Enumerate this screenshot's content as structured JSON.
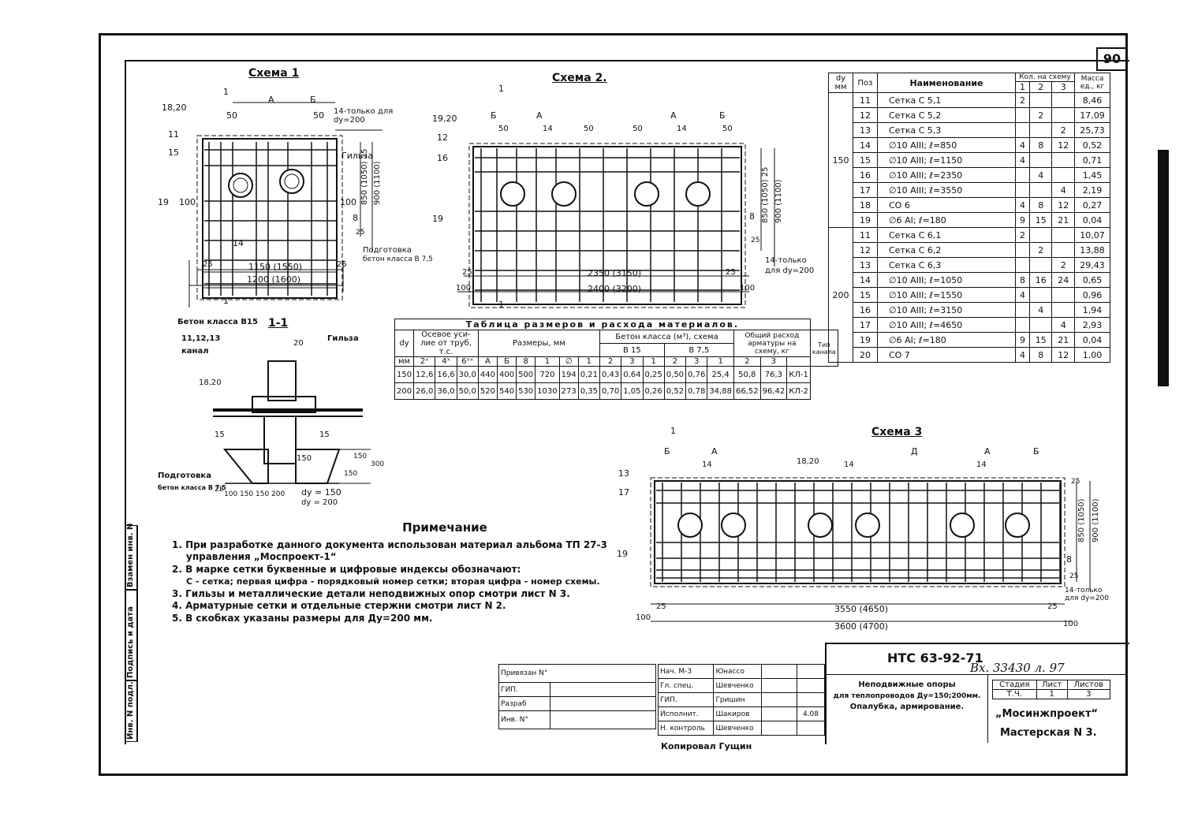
{
  "sheet_number": "90",
  "schema1": {
    "title": "Схема 1",
    "labels": [
      "1",
      "A",
      "Б",
      "18,20",
      "50",
      "50",
      "14-только для dy=200",
      "11",
      "15",
      "Гильза",
      "19",
      "100",
      "100",
      "850 (1050) 25",
      "900 (1100)",
      "8",
      "25",
      "14",
      "Подготовка",
      "бетон класса В 7,5",
      "25",
      "1150 (1550)",
      "25",
      "1200 (1600)",
      "1"
    ]
  },
  "schema2": {
    "title": "Схема 2.",
    "labels": [
      "1",
      "Б",
      "A",
      "A",
      "Б",
      "19,20",
      "50",
      "14",
      "50",
      "50",
      "14",
      "50",
      "12",
      "16",
      "19",
      "850 (1050) 25",
      "900 (1100)",
      "8",
      "25",
      "14-только",
      "для dy=200",
      "25",
      "2350 (3150)",
      "25",
      "100",
      "2400 (3200)",
      "100",
      "1"
    ]
  },
  "section": {
    "title": "1-1",
    "labels": [
      "Бетон класса В15",
      "11,12,13",
      "канал",
      "20",
      "Гильза",
      "18,20",
      "15",
      "15",
      "150",
      "150",
      "300",
      "150",
      "Подготовка",
      "бетон класса В 7,5",
      "25",
      "100",
      "150",
      "150",
      "200",
      "dy = 150",
      "dy = 200"
    ]
  },
  "dims_table": {
    "title": "Таблица размеров и расхода материалов.",
    "h1": [
      "dy",
      "Осевое уси-лие от труб, т.с.",
      "Размеры, мм",
      "Бетон класса (м³), схема",
      "Общий расход арматуры на схему, кг",
      "Тип канала"
    ],
    "h2": [
      "В 15",
      "В 7,5"
    ],
    "h3": [
      "мм",
      "2ˣ",
      "4ˣ",
      "6ˣˣ",
      "A",
      "Б",
      "8",
      "1",
      "∅",
      "1",
      "2",
      "3",
      "1",
      "2",
      "3",
      "1",
      "2",
      "3"
    ],
    "rows": [
      [
        "150",
        "12,6",
        "16,6",
        "30,0",
        "440",
        "400",
        "500",
        "720",
        "194",
        "0,21",
        "0,43",
        "0,64",
        "0,25",
        "0,50",
        "0,76",
        "25,4",
        "50,8",
        "76,3",
        "КЛ-1"
      ],
      [
        "200",
        "26,0",
        "36,0",
        "50,0",
        "520",
        "540",
        "530",
        "1030",
        "273",
        "0,35",
        "0,70",
        "1,05",
        "0,26",
        "0,52",
        "0,78",
        "34,88",
        "66,52",
        "96,42",
        "КЛ-2"
      ]
    ]
  },
  "spec_table": {
    "head": {
      "dy": "dy мм",
      "pos": "Поз",
      "name": "Наименование",
      "qty": "Кол. на схему",
      "qty_cols": [
        "1",
        "2",
        "3"
      ],
      "mass": "Масса ед., кг"
    },
    "groups": [
      {
        "dy": "150",
        "rows": [
          [
            "11",
            "Сетка С 5,1",
            "2",
            "",
            "",
            "8,46"
          ],
          [
            "12",
            "Сетка С 5,2",
            "",
            "2",
            "",
            "17,09"
          ],
          [
            "13",
            "Сетка С 5,3",
            "",
            "",
            "2",
            "25,73"
          ],
          [
            "14",
            "∅10 AIII; ℓ=850",
            "4",
            "8",
            "12",
            "0,52"
          ],
          [
            "15",
            "∅10 AIII; ℓ=1150",
            "4",
            "",
            "",
            "0,71"
          ],
          [
            "16",
            "∅10 AIII; ℓ=2350",
            "",
            "4",
            "",
            "1,45"
          ],
          [
            "17",
            "∅10 AIII; ℓ=3550",
            "",
            "",
            "4",
            "2,19"
          ],
          [
            "18",
            "СО 6",
            "4",
            "8",
            "12",
            "0,27"
          ],
          [
            "19",
            "∅6 AI; ℓ=180",
            "9",
            "15",
            "21",
            "0,04"
          ]
        ]
      },
      {
        "dy": "200",
        "rows": [
          [
            "11",
            "Сетка С 6,1",
            "2",
            "",
            "",
            "10,07"
          ],
          [
            "12",
            "Сетка С 6,2",
            "",
            "2",
            "",
            "13,88"
          ],
          [
            "13",
            "Сетка С 6,3",
            "",
            "",
            "2",
            "29,43"
          ],
          [
            "14",
            "∅10 AIII; ℓ=1050",
            "8",
            "16",
            "24",
            "0,65"
          ],
          [
            "15",
            "∅10 AIII; ℓ=1550",
            "4",
            "",
            "",
            "0,96"
          ],
          [
            "16",
            "∅10 AIII; ℓ=3150",
            "",
            "4",
            "",
            "1,94"
          ],
          [
            "17",
            "∅10 AIII; ℓ=4650",
            "",
            "",
            "4",
            "2,93"
          ],
          [
            "19",
            "∅6 AI; ℓ=180",
            "9",
            "15",
            "21",
            "0,04"
          ],
          [
            "20",
            "СО 7",
            "4",
            "8",
            "12",
            "1,00"
          ]
        ]
      }
    ]
  },
  "schema3": {
    "title": "Схема 3",
    "labels": [
      "1",
      "Б",
      "A",
      "Д",
      "A",
      "Б",
      "18,20",
      "14",
      "14",
      "14",
      "13",
      "17",
      "19",
      "25",
      "850 (1050)",
      "900 (1100)",
      "8",
      "25",
      "14-только для dy=200",
      "25",
      "3550 (4650)",
      "25",
      "100",
      "3600 (4700)",
      "100"
    ]
  },
  "notes": {
    "heading": "Примечание",
    "items": [
      "1. При разработке данного документа использован материал альбома ТП 27-3",
      "управления „Моспроект-1“",
      "2. В марке сетки буквенные и цифровые индексы обозначают:",
      "С - сетка; первая цифра - порядковый номер сетки; вторая цифра - номер схемы.",
      "3. Гильзы и металлические детали неподвижных опор смотри лист N 3.",
      "4. Арматурные сетки и отдельные стержни смотри лист N 2.",
      "5. В скобках указаны размеры для Ду=200 мм."
    ]
  },
  "side_block": [
    "Взамен инв. N",
    "Подпись и дата",
    "Инв. N подл."
  ],
  "left_stamp": [
    "Привязан N°",
    "ГИП.",
    "Разраб",
    "Инв. N°"
  ],
  "sign_table": [
    [
      "Нач. М-3",
      "Юнассо"
    ],
    [
      "Гл. спец.",
      "Шевченко"
    ],
    [
      "ГИП.",
      "Гришин"
    ],
    [
      "Исполнит.",
      "Шакиров"
    ],
    [
      "Н. контроль",
      "Шевченко"
    ]
  ],
  "sign_dates": [
    "",
    "",
    "",
    "4.08",
    ""
  ],
  "copied": "Копировал Гущин",
  "designation": "НТС 63-92-71",
  "registration": "Вх. 33430 л. 97",
  "doc_title": [
    "Неподвижные опоры",
    "для теплопроводов Ду=150;200мм.",
    "Опалубка, армирование."
  ],
  "stage_head": [
    "Стадия",
    "Лист",
    "Листов"
  ],
  "stage_vals": [
    "Т.Ч.",
    "1",
    "3"
  ],
  "org": "„Мосинжпроект“",
  "workshop": "Мастерская N 3."
}
